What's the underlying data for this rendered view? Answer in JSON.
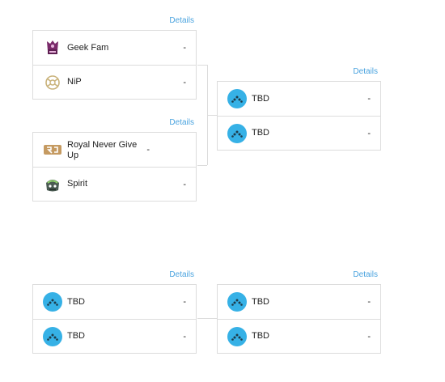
{
  "upper_bracket": {
    "semifinal_1": {
      "details_label": "Details",
      "teams": [
        {
          "name": "Geek Fam",
          "score": "-",
          "logo": "geek-fam-logo"
        },
        {
          "name": "NiP",
          "score": "-",
          "logo": "nip-logo"
        }
      ]
    },
    "semifinal_2": {
      "details_label": "Details",
      "teams": [
        {
          "name": "Royal Never Give Up",
          "score": "-",
          "logo": "rng-logo"
        },
        {
          "name": "Spirit",
          "score": "-",
          "logo": "spirit-logo"
        }
      ]
    },
    "final": {
      "details_label": "Details",
      "teams": [
        {
          "name": "TBD",
          "score": "-",
          "logo": "tbd-icon"
        },
        {
          "name": "TBD",
          "score": "-",
          "logo": "tbd-icon"
        }
      ]
    }
  },
  "lower_bracket": {
    "match_1": {
      "details_label": "Details",
      "teams": [
        {
          "name": "TBD",
          "score": "-",
          "logo": "tbd-icon"
        },
        {
          "name": "TBD",
          "score": "-",
          "logo": "tbd-icon"
        }
      ]
    },
    "match_2": {
      "details_label": "Details",
      "teams": [
        {
          "name": "TBD",
          "score": "-",
          "logo": "tbd-icon"
        },
        {
          "name": "TBD",
          "score": "-",
          "logo": "tbd-icon"
        }
      ]
    }
  },
  "colors": {
    "accent": "#4aa3df",
    "tbd_badge": "#36b1e6",
    "border": "#dcdcdc"
  }
}
